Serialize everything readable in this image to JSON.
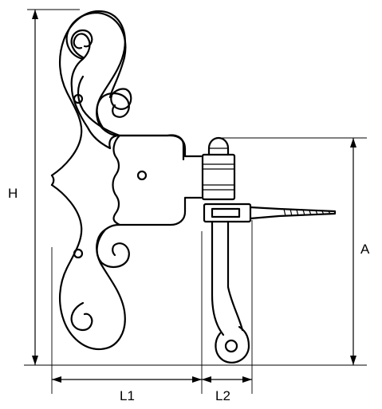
{
  "dimensions": {
    "height_label": "H",
    "pin_height_label": "A",
    "length1_label": "L1",
    "length2_label": "L2"
  },
  "colors": {
    "line": "#000000",
    "background": "#ffffff"
  }
}
